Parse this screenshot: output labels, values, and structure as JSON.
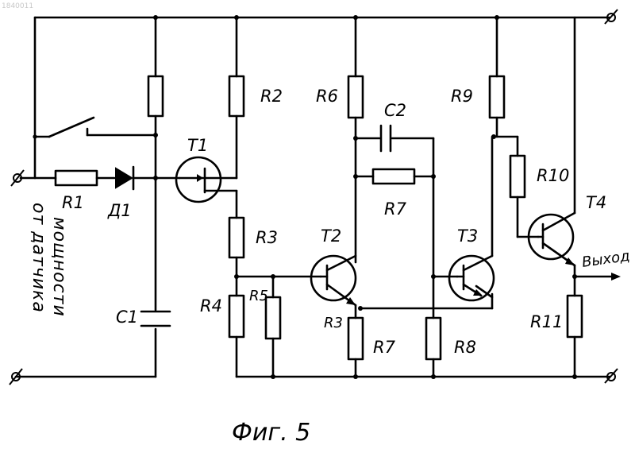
{
  "image_id_mark": "1840011",
  "caption": "Фиг. 5",
  "input_label_line1": "от датчика",
  "input_label_line2": "мощности",
  "output_label": "Выход",
  "components": {
    "R1": "R1",
    "D1": "Д1",
    "C1": "C1",
    "T1": "T1",
    "R2": "R2",
    "R3": "R3",
    "R4": "R4",
    "R5": "R5",
    "R6": "R6",
    "C2": "C2",
    "R7_top": "R7",
    "T2": "T2",
    "R3_emitter": "R3",
    "R7_bottom": "R7",
    "R8": "R8",
    "R9": "R9",
    "T3": "T3",
    "R10": "R10",
    "T4": "T4",
    "R11": "R11"
  }
}
